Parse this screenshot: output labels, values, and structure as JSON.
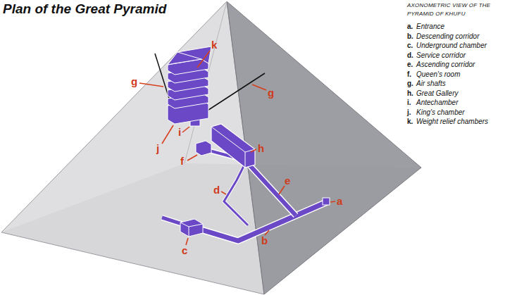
{
  "diagram": {
    "title": "Plan of the Great Pyramid",
    "labels": [
      "AXONOMETRIC VIEW OF THE PYRAMID OF KHUFU",
      "a.",
      "Entrance",
      "b.",
      "Descending corridor",
      "c.",
      "Underground chamber",
      "d.",
      "Service corridor",
      "e.",
      "Ascending corridor",
      "f.",
      "Queen's room",
      "g.",
      "Air shafts",
      "h.",
      "Great Gallery",
      "i.",
      "Antechamber",
      "j.",
      "King's chamber",
      "k.",
      "Weight relief chambers",
      "k",
      "g",
      "g",
      "j",
      "i",
      "h",
      "f",
      "e",
      "d",
      "a",
      "b",
      "c"
    ]
  }
}
